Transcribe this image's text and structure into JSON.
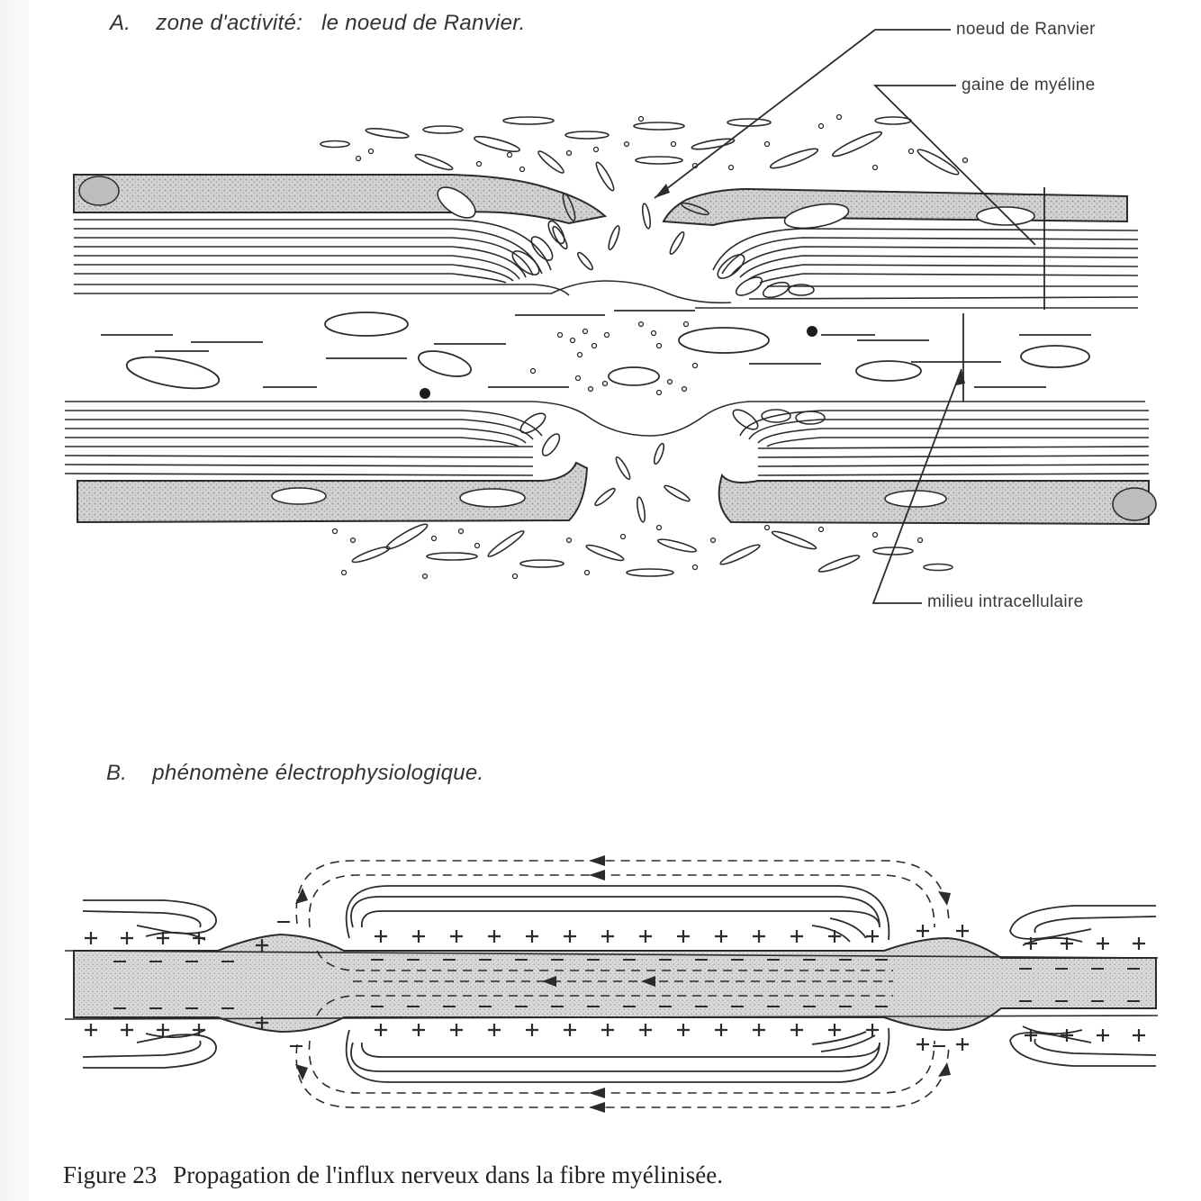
{
  "panelA": {
    "letter": "A.",
    "title": "zone d'activité:   le noeud de Ranvier.",
    "labels": {
      "node": "noeud de Ranvier",
      "myelin": "gaine de myéline",
      "intracellular": "milieu intracellulaire"
    }
  },
  "panelB": {
    "letter": "B.",
    "title": "phénomène électrophysiologique."
  },
  "caption": {
    "number": "Figure 23",
    "text": "Propagation de l'influx nerveux dans la fibre myélinisée."
  },
  "colors": {
    "ink": "#2b2b2b",
    "stipple": "#c9c9c9",
    "paper": "#ffffff"
  }
}
